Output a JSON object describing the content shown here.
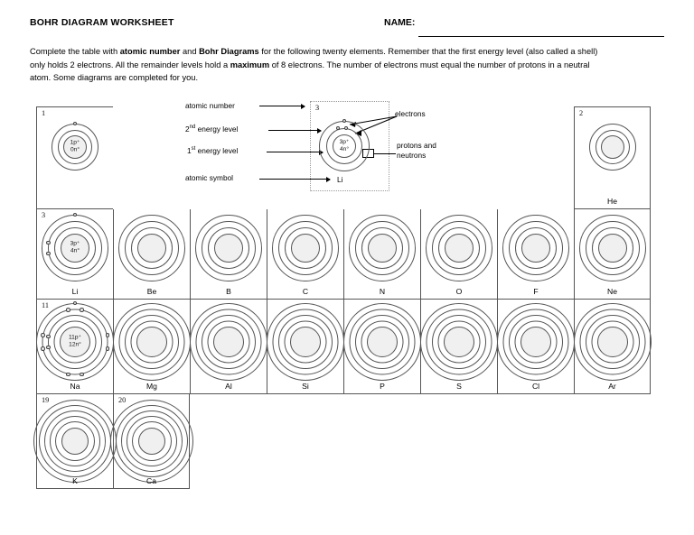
{
  "header": {
    "title": "BOHR DIAGRAM WORKSHEET",
    "name_label": "NAME:"
  },
  "instructions": {
    "p1_a": "Complete the table with ",
    "p1_b": "atomic number",
    "p1_c": " and  ",
    "p1_d": "Bohr Diagrams",
    "p1_e": " for the following twenty elements.  Remember that the first energy level (also called a shell) only holds 2 electrons. All the remainder levels hold a ",
    "p1_f": "maximum",
    "p1_g": " of 8 electrons. The number of electrons must equal the number of protons in a neutral atom. Some diagrams are completed for you."
  },
  "legend": {
    "atomic_number_label": "atomic number",
    "second_level_label_num": "2",
    "second_level_label_sup": "nd",
    "second_level_label_rest": " energy level",
    "first_level_label_num": "1",
    "first_level_label_sup": "st",
    "first_level_label_rest": "  energy level",
    "atomic_symbol_label": "atomic symbol",
    "electrons_label": "electrons",
    "protons_neutrons_line1": "protons and",
    "protons_neutrons_line2": "neutrons",
    "example": {
      "atomic_number": "3",
      "symbol": "Li",
      "protons": "3p⁺",
      "neutrons": "4n°"
    }
  },
  "table": {
    "rows": [
      {
        "row_id": "row1",
        "cells": [
          {
            "atomic_number": "1",
            "symbol": "",
            "shells": 1,
            "protons": "1p⁺",
            "neutrons": "0n°",
            "filled": true,
            "electrons_per_shell": [
              1
            ]
          },
          {
            "spacer": true,
            "span": 6
          },
          {
            "atomic_number": "2",
            "symbol": "He",
            "shells": 1,
            "filled": false,
            "electrons_per_shell": []
          }
        ]
      },
      {
        "row_id": "row2",
        "cells": [
          {
            "atomic_number": "3",
            "symbol": "Li",
            "shells": 2,
            "protons": "3p⁺",
            "neutrons": "4n°",
            "filled": true,
            "electrons_per_shell": [
              2,
              1
            ]
          },
          {
            "atomic_number": "",
            "symbol": "Be",
            "shells": 2,
            "filled": false,
            "electrons_per_shell": []
          },
          {
            "atomic_number": "",
            "symbol": "B",
            "shells": 2,
            "filled": false,
            "electrons_per_shell": []
          },
          {
            "atomic_number": "",
            "symbol": "C",
            "shells": 2,
            "filled": false,
            "electrons_per_shell": []
          },
          {
            "atomic_number": "",
            "symbol": "N",
            "shells": 2,
            "filled": false,
            "electrons_per_shell": []
          },
          {
            "atomic_number": "",
            "symbol": "O",
            "shells": 2,
            "filled": false,
            "electrons_per_shell": []
          },
          {
            "atomic_number": "",
            "symbol": "F",
            "shells": 2,
            "filled": false,
            "electrons_per_shell": []
          },
          {
            "atomic_number": "",
            "symbol": "Ne",
            "shells": 2,
            "filled": false,
            "electrons_per_shell": []
          }
        ]
      },
      {
        "row_id": "row3",
        "cells": [
          {
            "atomic_number": "11",
            "symbol": "Na",
            "shells": 3,
            "protons": "11p⁺",
            "neutrons": "12n°",
            "filled": true,
            "electrons_per_shell": [
              2,
              8,
              1
            ]
          },
          {
            "atomic_number": "",
            "symbol": "Mg",
            "shells": 3,
            "filled": false,
            "electrons_per_shell": []
          },
          {
            "atomic_number": "",
            "symbol": "Al",
            "shells": 3,
            "filled": false,
            "electrons_per_shell": []
          },
          {
            "atomic_number": "",
            "symbol": "Si",
            "shells": 3,
            "filled": false,
            "electrons_per_shell": []
          },
          {
            "atomic_number": "",
            "symbol": "P",
            "shells": 3,
            "filled": false,
            "electrons_per_shell": []
          },
          {
            "atomic_number": "",
            "symbol": "S",
            "shells": 3,
            "filled": false,
            "electrons_per_shell": []
          },
          {
            "atomic_number": "",
            "symbol": "Cl",
            "shells": 3,
            "filled": false,
            "electrons_per_shell": []
          },
          {
            "atomic_number": "",
            "symbol": "Ar",
            "shells": 3,
            "filled": false,
            "electrons_per_shell": []
          }
        ]
      },
      {
        "row_id": "row4",
        "cells": [
          {
            "atomic_number": "19",
            "symbol": "K",
            "shells": 4,
            "filled": false,
            "electrons_per_shell": []
          },
          {
            "atomic_number": "20",
            "symbol": "Ca",
            "shells": 4,
            "filled": false,
            "electrons_per_shell": []
          }
        ]
      }
    ]
  }
}
